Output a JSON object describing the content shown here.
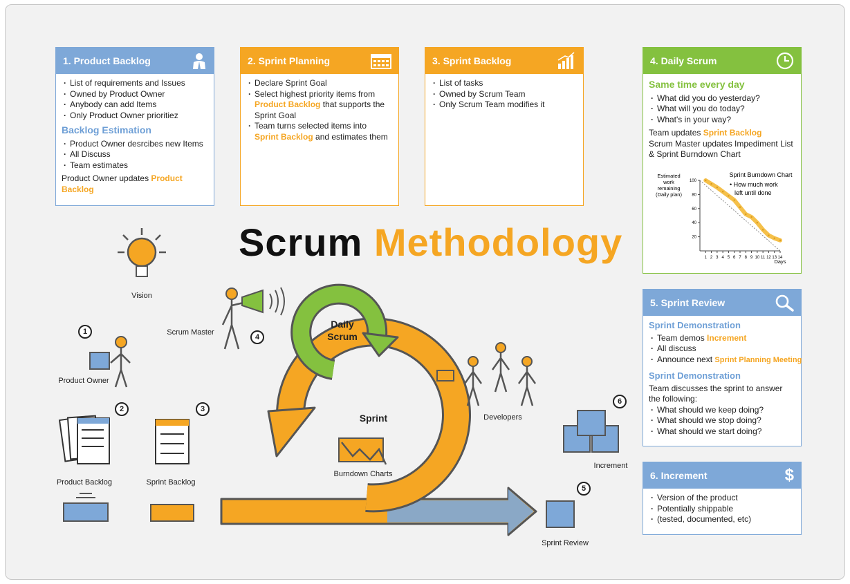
{
  "title": {
    "word1": "Scrum",
    "word2": "Methodology"
  },
  "colors": {
    "blue": "#7ea8d8",
    "orange": "#f5a623",
    "green": "#84c13f"
  },
  "cards": {
    "product_backlog": {
      "header": "1. Product Backlog",
      "icon": "person-icon",
      "items": [
        "List of requirements and Issues",
        "Owned by Product Owner",
        "Anybody can add Items",
        "Only Product Owner prioritiez"
      ],
      "subtitle": "Backlog Estimation",
      "items2": [
        "Product Owner desrcibes new Items",
        "All Discuss",
        "Team estimates"
      ],
      "footer_prefix": "Product Owner updates ",
      "footer_highlight": "Product Backlog"
    },
    "sprint_planning": {
      "header": "2. Sprint Planning",
      "icon": "calendar-icon",
      "item1": "Declare Sprint Goal",
      "item2_a": "Select highest priority items from ",
      "item2_hl": "Product Backlog",
      "item2_b": " that supports the Sprint Goal",
      "item3_a": "Team turns selected items into ",
      "item3_hl": "Sprint Backlog",
      "item3_b": " and estimates them"
    },
    "sprint_backlog": {
      "header": "3. Sprint Backlog",
      "icon": "bar-chart-icon",
      "items": [
        "List of tasks",
        "Owned by Scrum Team",
        "Only Scrum Team modifies it"
      ]
    },
    "daily_scrum": {
      "header": "4. Daily Scrum",
      "icon": "clock-icon",
      "subtitle": "Same time every day",
      "items": [
        "What did you do yesterday?",
        "What will you do today?",
        "What's in your way?"
      ],
      "text1_a": "Team updates ",
      "text1_hl": "Sprint Backlog",
      "text2": "Scrum Master updates Impediment List & Sprint Burndown Chart"
    },
    "sprint_review": {
      "header": "5. Sprint Review",
      "icon": "magnifier-icon",
      "subtitle1": "Sprint Demonstration",
      "item1_a": "Team demos ",
      "item1_hl": "Increment",
      "item2": "All discuss",
      "item3_a": "Announce next ",
      "item3_hl": "Sprint Planning Meeting",
      "subtitle2": "Sprint Demonstration",
      "text": "Team discusses the sprint to answer the following:",
      "items": [
        "What should we keep doing?",
        "What should we stop doing?",
        "What should we start doing?"
      ]
    },
    "increment": {
      "header": "6. Increment",
      "icon": "dollar-icon",
      "items": [
        "Version of the product",
        "Potentially shippable",
        "(tested, documented, etc)"
      ]
    }
  },
  "chart_data": {
    "type": "line",
    "title": "Sprint Burndown Chart",
    "legend": "How much work left until done",
    "ylabel": "Estimated work remaining (Daily plan)",
    "xlabel": "Days",
    "x": [
      1,
      2,
      3,
      4,
      5,
      6,
      7,
      8,
      9,
      10,
      11,
      12,
      13,
      14
    ],
    "yticks": [
      20,
      40,
      60,
      80,
      100
    ],
    "ylim": [
      0,
      100
    ],
    "xlim": [
      0,
      14
    ],
    "series": [
      {
        "values": [
          100,
          95,
          90,
          84,
          78,
          72,
          62,
          52,
          48,
          40,
          30,
          22,
          18,
          15
        ]
      }
    ]
  },
  "diagram": {
    "labels": {
      "vision": "Vision",
      "scrum_master": "Scrum Master",
      "product_owner": "Product Owner",
      "product_backlog": "Product Backlog",
      "sprint_backlog": "Sprint Backlog",
      "daily_scrum": "Daily Scrum",
      "sprint": "Sprint",
      "burndown_charts": "Burndown Charts",
      "developers": "Developers",
      "increment": "Increment",
      "sprint_review": "Sprint Review"
    },
    "numbers": {
      "n1": "1",
      "n2": "2",
      "n3": "3",
      "n4": "4",
      "n5": "5",
      "n6": "6"
    }
  }
}
